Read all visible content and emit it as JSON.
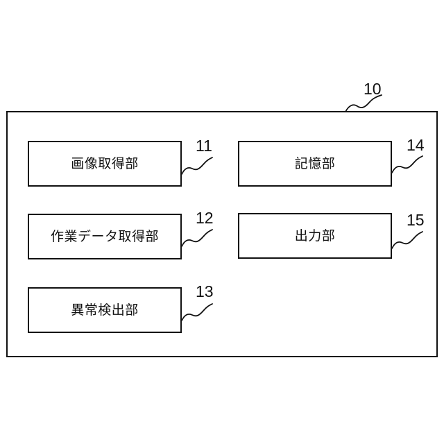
{
  "figure": {
    "background_color": "#ffffff",
    "line_color": "#111111",
    "system": {
      "ref": "10",
      "name": "information-processing-system"
    },
    "units": [
      {
        "ref": "11",
        "label": "画像取得部",
        "name": "image-acquisition-unit",
        "column": "left",
        "row": 1
      },
      {
        "ref": "12",
        "label": "作業データ取得部",
        "name": "work-data-acquisition-unit",
        "column": "left",
        "row": 2
      },
      {
        "ref": "13",
        "label": "異常検出部",
        "name": "anomaly-detection-unit",
        "column": "left",
        "row": 3
      },
      {
        "ref": "14",
        "label": "記憶部",
        "name": "storage-unit",
        "column": "right",
        "row": 1
      },
      {
        "ref": "15",
        "label": "出力部",
        "name": "output-unit",
        "column": "right",
        "row": 2
      }
    ]
  }
}
